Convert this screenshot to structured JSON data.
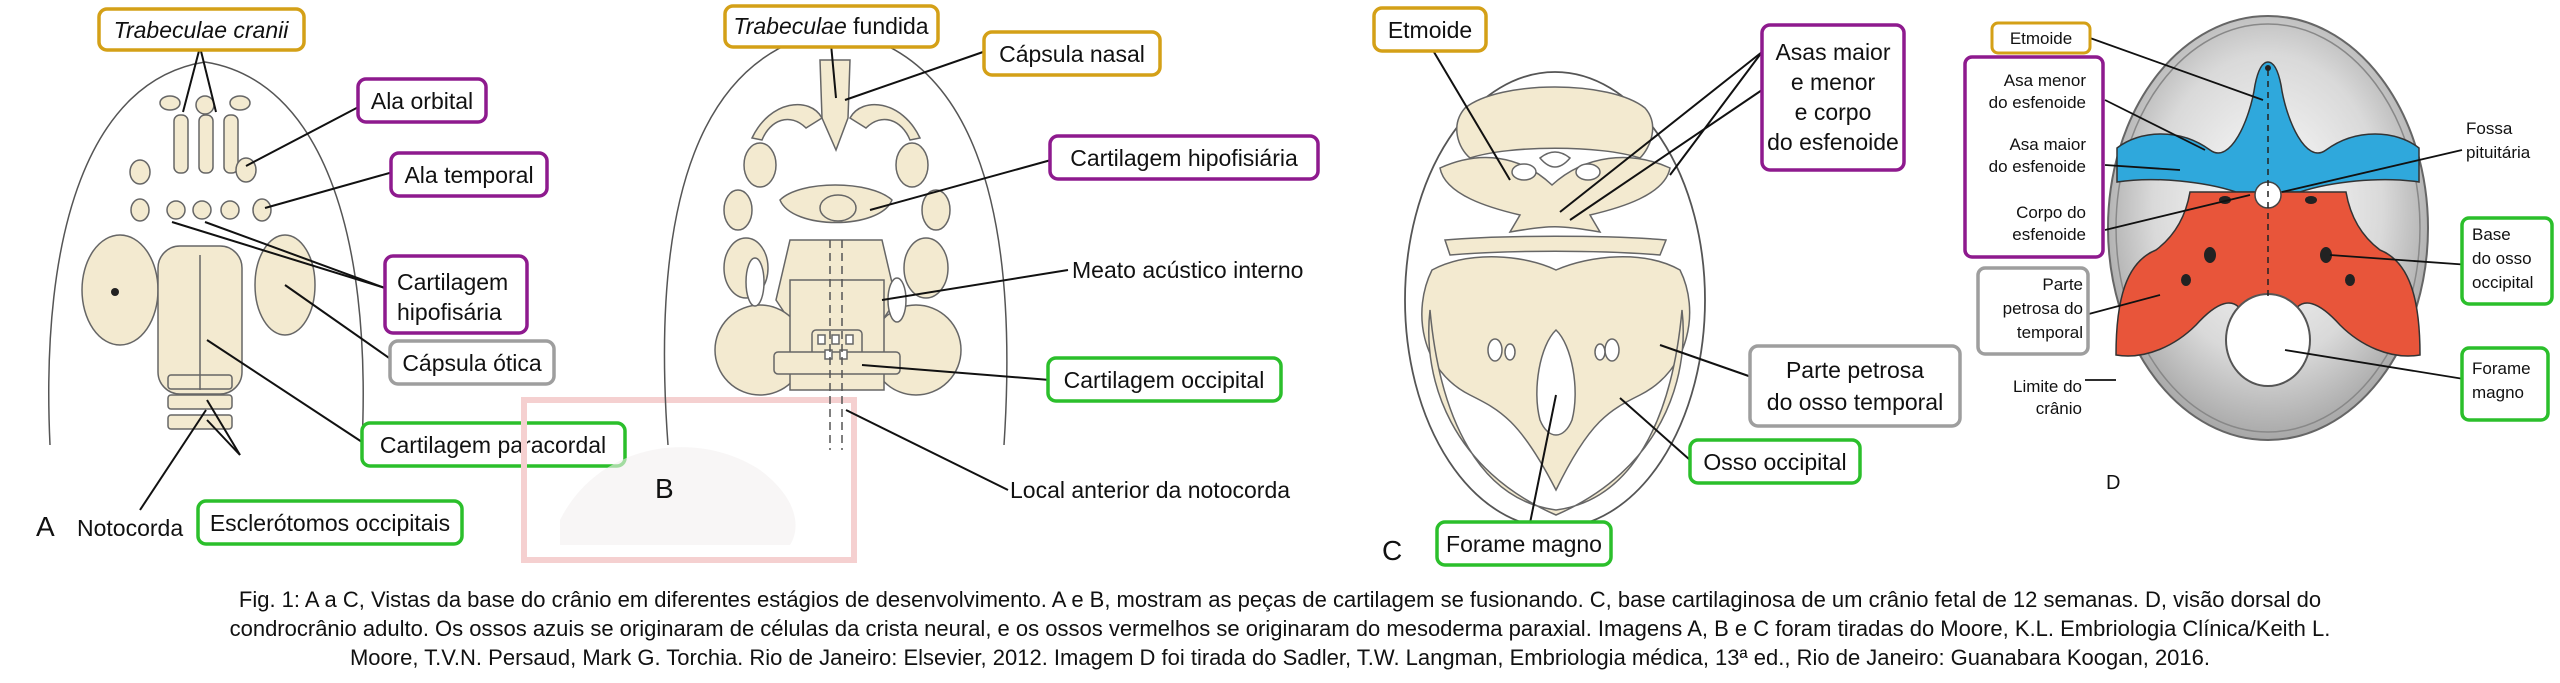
{
  "colors": {
    "yellow_box": "#d4a017",
    "purple_box": "#8e1a8e",
    "gray_box": "#9e9e9e",
    "green_box": "#2bbf2b",
    "cartilage": "#f3ead0",
    "neural_crest_bone": "#2fa8dc",
    "mesoderm_bone": "#e8553a"
  },
  "panelA": {
    "letter": "A",
    "trabeculae_cranii": "Trabeculae cranii",
    "ala_orbital": "Ala orbital",
    "ala_temporal": "Ala temporal",
    "cart_hipofisaria_1": "Cartilagem",
    "cart_hipofisaria_2": "hipofisária",
    "capsula_otica": "Cápsula ótica",
    "cart_paracordal": "Cartilagem paracordal",
    "notocorda": "Notocorda",
    "esclerotomos": "Esclerótomos occipitais"
  },
  "panelB": {
    "letter": "B",
    "trabeculae_italic": "Trabeculae",
    "trabeculae_rest": " fundida",
    "capsula_nasal": "Cápsula nasal",
    "cart_hipofisiaria": "Cartilagem hipofisiária",
    "meato": "Meato acústico interno",
    "cart_occipital": "Cartilagem occipital",
    "local_notocorda": "Local anterior da notocorda"
  },
  "panelC": {
    "letter": "C",
    "etmoide": "Etmoide",
    "asas_1": "Asas maior",
    "asas_2": "e menor",
    "asas_3": "e corpo",
    "asas_4": "do esfenoide",
    "petrosa_1": "Parte petrosa",
    "petrosa_2": "do osso temporal",
    "osso_occipital": "Osso occipital",
    "forame_magno": "Forame magno"
  },
  "panelD": {
    "letter": "D",
    "etmoide": "Etmoide",
    "asa_menor_1": "Asa menor",
    "asa_menor_2": "do esfenoide",
    "asa_maior_1": "Asa maior",
    "asa_maior_2": "do esfenoide",
    "corpo_1": "Corpo do",
    "corpo_2": "esfenoide",
    "petrosa_1": "Parte",
    "petrosa_2": "petrosa do",
    "petrosa_3": "temporal",
    "limite_1": "Limite do",
    "limite_2": "crânio",
    "fossa_1": "Fossa",
    "fossa_2": "pituitária",
    "base_1": "Base",
    "base_2": "do osso",
    "base_3": "occipital",
    "forame_1": "Forame",
    "forame_2": "magno"
  },
  "caption": {
    "line1": "Fig. 1: A a C, Vistas da base do crânio em diferentes estágios de desenvolvimento. A e B, mostram as peças de cartilagem se fusionando. C, base cartilaginosa de um crânio fetal de 12 semanas. D, visão dorsal do",
    "line2": "condrocrânio adulto. Os ossos azuis se originaram de células da crista neural, e os ossos vermelhos se originaram do mesoderma paraxial. Imagens A, B e C foram tiradas do Moore, K.L. Embriologia Clínica/Keith L.",
    "line3": "Moore, T.V.N. Persaud, Mark G. Torchia. Rio de Janeiro: Elsevier, 2012. Imagem D foi tirada do Sadler, T.W. Langman, Embriologia médica, 13ª ed., Rio de Janeiro: Guanabara Koogan, 2016."
  }
}
